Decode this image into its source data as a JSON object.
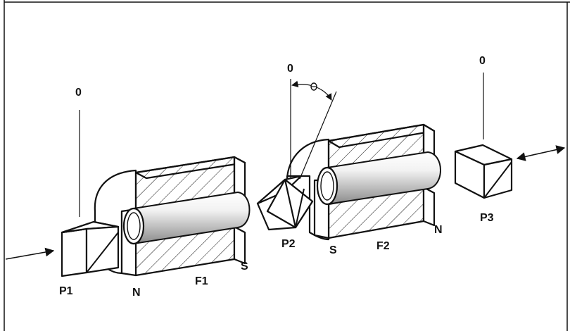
{
  "labels": {
    "p1": "P1",
    "p2": "P2",
    "p3": "P3",
    "f1": "F1",
    "f2": "F2",
    "n1": "N",
    "s1": "S",
    "n2": "N",
    "s2": "S",
    "zero1": "0",
    "zero2": "0",
    "zero3": "0"
  },
  "colors": {
    "ink": "#111111",
    "background": "#ffffff",
    "rod_light": "#ffffff",
    "rod_dark": "#8a8a8a"
  }
}
